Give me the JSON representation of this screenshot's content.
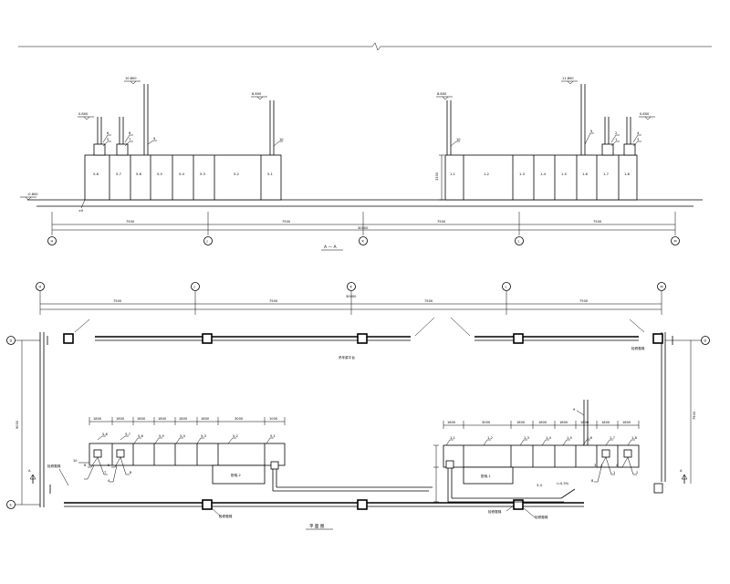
{
  "section": {
    "title": "A — A",
    "span_label": "30000",
    "bay_labels": [
      "7500",
      "7500",
      "7500",
      "7500"
    ],
    "axes": [
      "H",
      "J",
      "K",
      "L",
      "M"
    ],
    "height_label": "3300",
    "ground_elev": "-0.600",
    "floor_ref": "±0",
    "elevations": {
      "left_low": "0.800",
      "left_high": "10.800",
      "left_mid": "8.800",
      "right_mid": "8.800",
      "right_high": "11.800",
      "right_low": "0.800"
    },
    "left_units": [
      "5-8",
      "5-7",
      "5-6",
      "5-5",
      "5-4",
      "5-3",
      "5-2",
      "5-1"
    ],
    "right_units": [
      "1-1",
      "1-2",
      "1-3",
      "1-4",
      "1-5",
      "1-6",
      "1-7",
      "1-8"
    ],
    "left_pipe_tags": [
      "6",
      "5",
      "8",
      "7",
      "9",
      "10"
    ],
    "right_pipe_tags": [
      "10",
      "9",
      "2",
      "1",
      "4",
      "3"
    ]
  },
  "plan": {
    "title": "平 面 图",
    "span_label": "30000",
    "bay_labels": [
      "7500",
      "7500",
      "7500",
      "7500"
    ],
    "axes": [
      "H",
      "J",
      "K",
      "L",
      "M"
    ],
    "row_axes": [
      "D",
      "E"
    ],
    "depth_label": "9000",
    "depth_label_right": "7500",
    "platform_label": "吊车梁平台",
    "left_units": [
      "5-8",
      "5-7",
      "5-6",
      "5-5",
      "5-4",
      "5-3",
      "5-2",
      "5-1"
    ],
    "right_units": [
      "1-1",
      "1-2",
      "1-3",
      "1-4",
      "1-5",
      "1-6",
      "1-7",
      "1-8"
    ],
    "left_dims": [
      "1800",
      "1800",
      "1800",
      "1800",
      "1800",
      "1800",
      "3000",
      "1000"
    ],
    "right_dims": [
      "1800",
      "3000",
      "1800",
      "1800",
      "1800",
      "1800",
      "1800",
      "1800"
    ],
    "left_room": "配电-2",
    "right_room": "配电-1",
    "left_door_tag": "10",
    "left_tags": [
      "6",
      "5",
      "4",
      "8",
      "7"
    ],
    "right_tags": [
      "3",
      "4",
      "1",
      "2",
      "8",
      "9"
    ],
    "pipe_tag": "3-4",
    "left_notes": [
      "检修爬梯",
      "检修爬梯"
    ],
    "right_notes": [
      "检修爬梯",
      "检修爬梯",
      "检修爬梯"
    ],
    "slope": "i=0.5%",
    "section_mark": "A"
  }
}
